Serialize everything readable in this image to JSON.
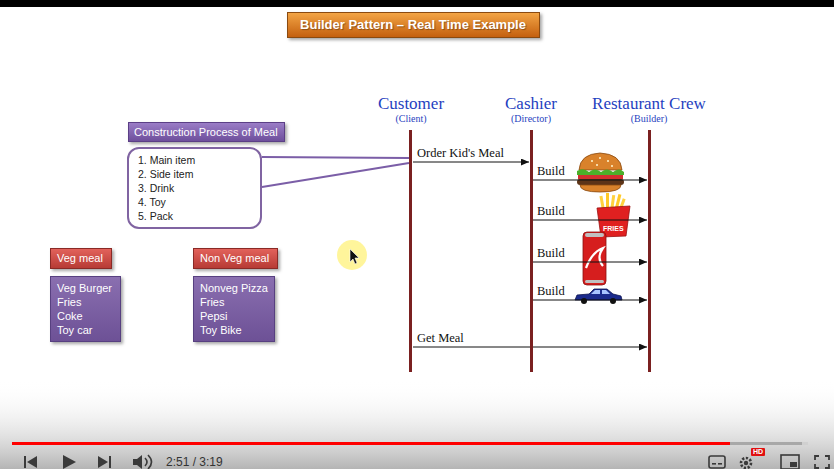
{
  "diagram": {
    "title": "Builder Pattern – Real Time Example",
    "nodes": [
      {
        "text": [
          "Construction Process of Meal"
        ]
      },
      {
        "text": [
          "1. Main item",
          "2. Side item",
          "3. Drink",
          "4. Toy",
          "5. Pack"
        ]
      },
      {
        "text": [
          "Customer",
          "(Client)"
        ]
      },
      {
        "text": [
          "Cashier",
          "(Director)"
        ]
      },
      {
        "text": [
          "Restaurant Crew",
          "(Builder)"
        ]
      },
      {
        "text": [
          "Veg meal"
        ]
      },
      {
        "text": [
          "Veg Burger",
          "Fries",
          "Coke",
          "Toy car"
        ]
      },
      {
        "text": [
          "Non Veg meal"
        ]
      },
      {
        "text": [
          "Nonveg Pizza",
          "Fries",
          "Pepsi",
          "Toy Bike"
        ]
      }
    ],
    "edges": [
      {
        "from": 1,
        "to": 2,
        "arrow": "none"
      },
      {
        "from": 2,
        "to": 3,
        "label": "Order Kid's Meal",
        "arrow": "to"
      },
      {
        "from": 3,
        "to": 4,
        "label": "Build",
        "arrow": "to"
      },
      {
        "from": 3,
        "to": 4,
        "label": "Build",
        "arrow": "to"
      },
      {
        "from": 3,
        "to": 4,
        "label": "Build",
        "arrow": "to"
      },
      {
        "from": 3,
        "to": 4,
        "label": "Build",
        "arrow": "to"
      },
      {
        "from": 2,
        "to": 4,
        "label": "Get Meal",
        "arrow": "to"
      }
    ],
    "labels": [
      "FRIES",
      "2:51 / 3:19",
      "HD"
    ]
  }
}
